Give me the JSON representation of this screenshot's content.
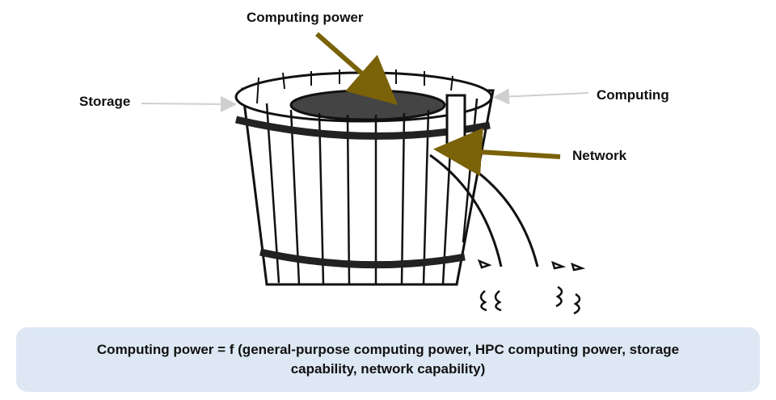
{
  "labels": {
    "computing_power": "Computing power",
    "storage": "Storage",
    "computing": "Computing",
    "network": "Network"
  },
  "formula": "Computing power = f (general-purpose computing power, HPC computing power, storage capability, network capability)",
  "colors": {
    "accent_arrow": "#7a6209",
    "thin_arrow": "#cfcfcf",
    "box_fill": "#dde8f4",
    "stroke": "#111111"
  }
}
